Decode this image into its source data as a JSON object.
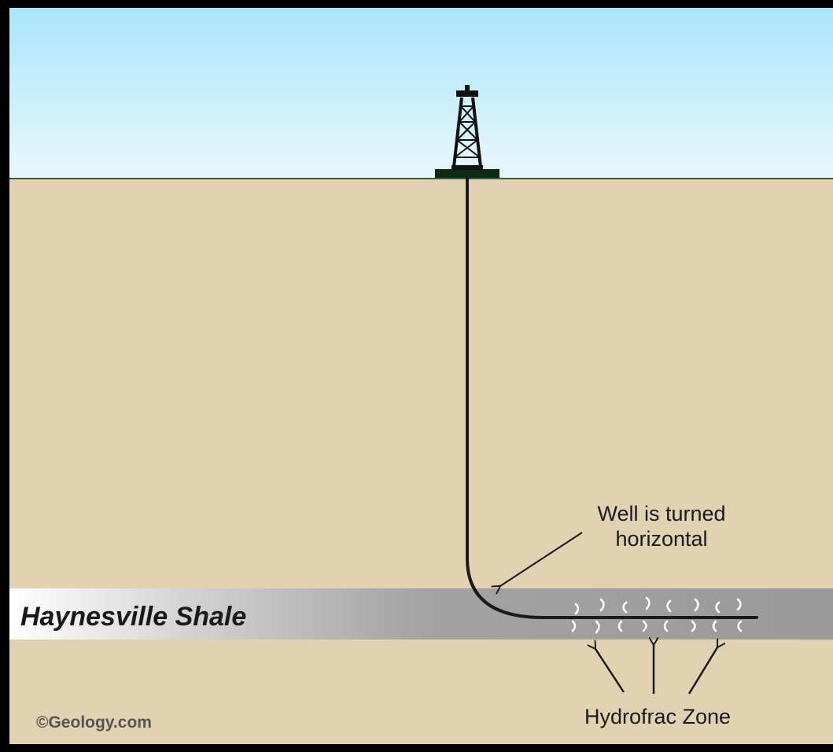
{
  "labels": {
    "well_turn": [
      "Well is turned",
      "horizontal"
    ],
    "shale": "Haynesville Shale",
    "hydrofrac": "Hydrofrac Zone",
    "copyright": "©Geology.com"
  },
  "colors": {
    "sky_top": "#a9e6fb",
    "sky_bottom": "#eaf7fb",
    "ground": "#e1d3b2",
    "horizon": "#3a5a3a",
    "shale": "#9d9d9d",
    "well": "#1a1a1a",
    "frame": "#000000",
    "fracture": "#ffffff"
  }
}
